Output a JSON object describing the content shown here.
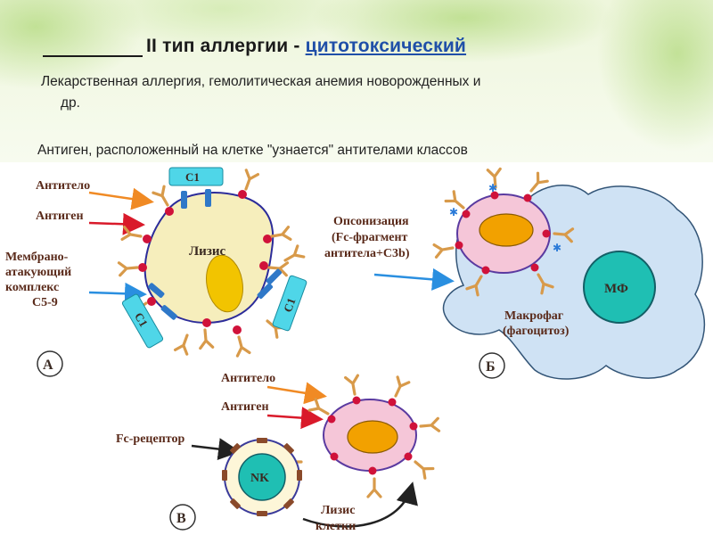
{
  "slide": {
    "title_prefix": "II тип  аллергии - ",
    "title_accent": "цитотоксический",
    "subtitle_line1": "Лекарственная аллергия, гемолитическая анемия новорожденных и",
    "subtitle_line2": "др.",
    "description": "Антиген, расположенный на клетке \"узнается\" антителами классов"
  },
  "colors": {
    "title_accent": "#1f4fa8",
    "cell_fill": "#f6eebc",
    "cell_fill_pink": "#f5c6d8",
    "nucleus": "#f2c400",
    "antigen": "#d0123a",
    "antibody": "#d89a4a",
    "complement": "#4fd6e8",
    "macrophage": "#cfe2f4",
    "mf_nucleus": "#1fbfb3",
    "nk_ring": "#a06a3a",
    "arrow_orange": "#f08a24",
    "arrow_red": "#d91a2a",
    "arrow_blue": "#2a8fe0"
  },
  "panel_a": {
    "letter": "А",
    "antibody_label": "Антитело",
    "antigen_label": "Антиген",
    "mac_label_1": "Мембрано-",
    "mac_label_2": "атакующий",
    "mac_label_3": "комплекс",
    "mac_label_4": "C5-9",
    "c1_top": "C1",
    "c1_left": "C1",
    "c1_right": "C1",
    "cell_label": "Лизис"
  },
  "panel_b": {
    "letter": "Б",
    "opson_1": "Опсонизация",
    "opson_2": "(Fc-фрагмент",
    "opson_3": "антитела+C3b)",
    "mf_label": "МФ",
    "macro_1": "Макрофаг",
    "macro_2": "(фагоцитоз)"
  },
  "panel_c": {
    "letter": "В",
    "antibody_label": "Антитело",
    "antigen_label": "Антиген",
    "fc_label": "Fc-рецептор",
    "nk_label": "NK",
    "lysis_1": "Лизис",
    "lysis_2": "клетки"
  }
}
